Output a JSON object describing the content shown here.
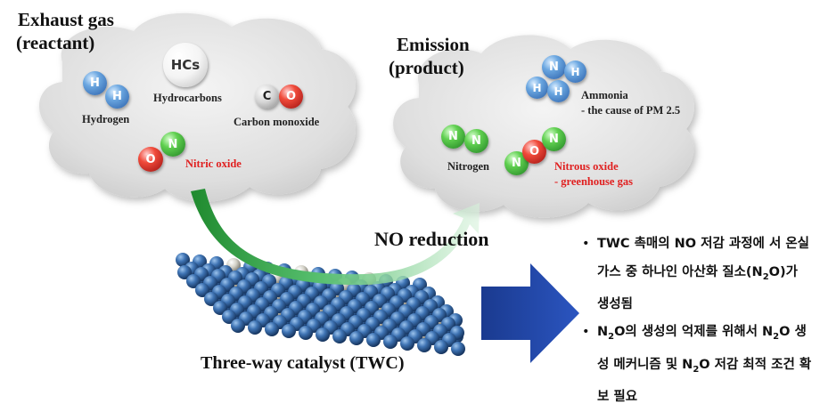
{
  "reactant_cloud": {
    "title_line1": "Exhaust gas",
    "title_line2": "(reactant)",
    "hydrogen_label": "Hydrogen",
    "hcs_atom": "HCs",
    "hydrocarbons_label": "Hydrocarbons",
    "co_label": "Carbon monoxide",
    "no_label": "Nitric oxide"
  },
  "product_cloud": {
    "title_line1": "Emission",
    "title_line2": "(product)",
    "ammonia_label_line1": "Ammonia",
    "ammonia_label_line2": "- the cause of PM 2.5",
    "nitrogen_label": "Nitrogen",
    "n2o_label_line1": "Nitrous oxide",
    "n2o_label_line2": "- greenhouse gas"
  },
  "atoms": {
    "h": "H",
    "c": "C",
    "o": "O",
    "n": "N"
  },
  "process_label": "NO reduction",
  "catalyst_label": "Three-way catalyst (TWC)",
  "notes": [
    {
      "parts": [
        "TWC 촉매의 NO 저감 과정에 서 온실가스 중 하나인 아산화 질소(N",
        "2",
        "O)가 생성됨"
      ]
    },
    {
      "parts": [
        "N",
        "2",
        "O의 생성의 억제를 위해서 N",
        "2",
        "O 생성 메커니즘 및 N",
        "2",
        "O 저감 최적 조건 확보 필요"
      ]
    }
  ],
  "colors": {
    "cloud": "#dcdcdc",
    "arrow_green": "#2e9a3c",
    "big_arrow": "#1d3d9a",
    "catalyst_blue": "#2b5a96",
    "highlight_red": "#e02020"
  }
}
